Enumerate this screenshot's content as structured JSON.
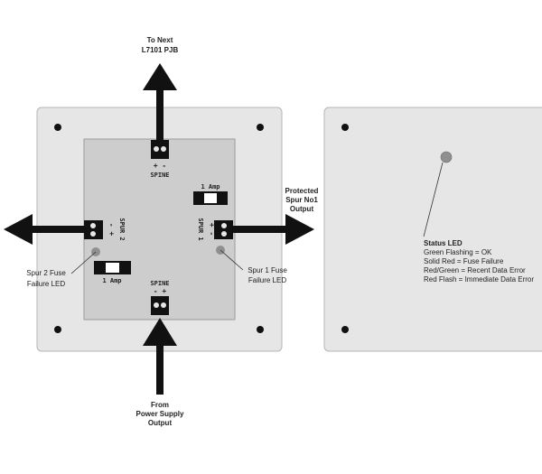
{
  "labels": {
    "to_next_line1": "To Next",
    "to_next_line2": "L7101 PJB",
    "protected_line1": "Protected",
    "protected_line2": "Spur No1",
    "protected_line3": "Output",
    "from_line1": "From",
    "from_line2": "Power Supply",
    "from_line3": "Output",
    "spur2_led_line1": "Spur 2 Fuse",
    "spur2_led_line2": "Failure LED",
    "spur1_led_line1": "Spur 1 Fuse",
    "spur1_led_line2": "Failure LED"
  },
  "board": {
    "spine_top_terminal": "+ -",
    "spine_top_label": "SPINE",
    "spine_bottom_label": "SPINE",
    "spine_bottom_terminal": "- +",
    "spur1_label": "SPUR 1",
    "spur1_terminal": "+ -",
    "spur2_label": "SPUR 2",
    "spur2_terminal": "- +",
    "fuse_top_label": "1 Amp",
    "fuse_bottom_label": "1 Amp"
  },
  "status": {
    "title": "Status LED",
    "lines": [
      "Green Flashing = OK",
      "Solid Red = Fuse Failure",
      "Red/Green = Recent Data Error",
      "Red Flash = Immediate Data Error"
    ]
  },
  "colors": {
    "panel": "#e6e6e6",
    "board": "#cdcdcd",
    "led": "#8f8f8f",
    "terminal": "#111111",
    "arrow": "#111111"
  }
}
